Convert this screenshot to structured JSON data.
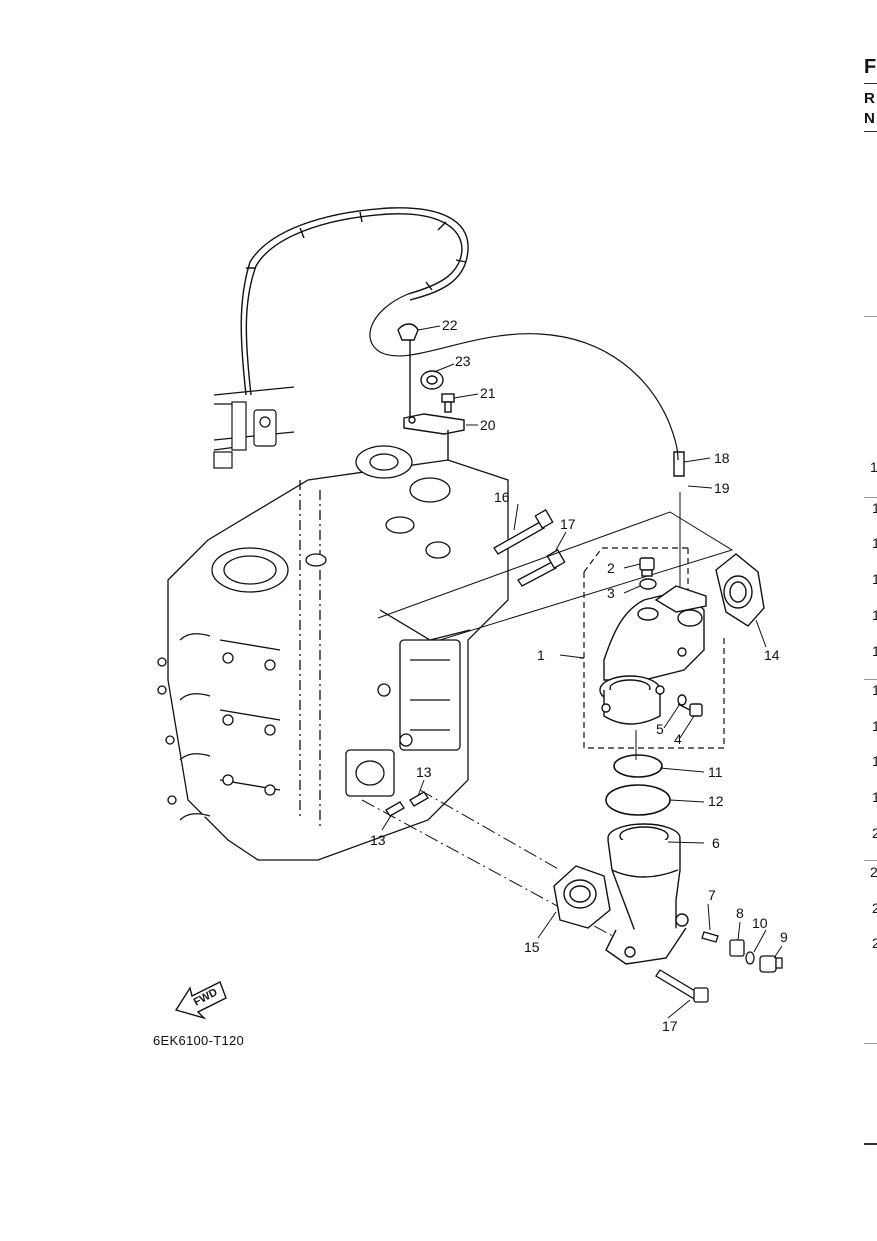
{
  "figure_code": "6EK6100-T120",
  "fwd_label": "FWD",
  "callouts": [
    "1",
    "2",
    "3",
    "4",
    "5",
    "6",
    "7",
    "8",
    "9",
    "10",
    "11",
    "12",
    "13",
    "13",
    "14",
    "15",
    "16",
    "17",
    "17",
    "18",
    "19",
    "20",
    "21",
    "22",
    "23"
  ],
  "right_edge": {
    "heading_letters": [
      "F",
      "R",
      "N"
    ],
    "row_numbers": [
      "1",
      "1",
      "1",
      "1",
      "1",
      "1",
      "1",
      "1",
      "1",
      "1",
      "2",
      "2",
      "2",
      "2"
    ]
  }
}
